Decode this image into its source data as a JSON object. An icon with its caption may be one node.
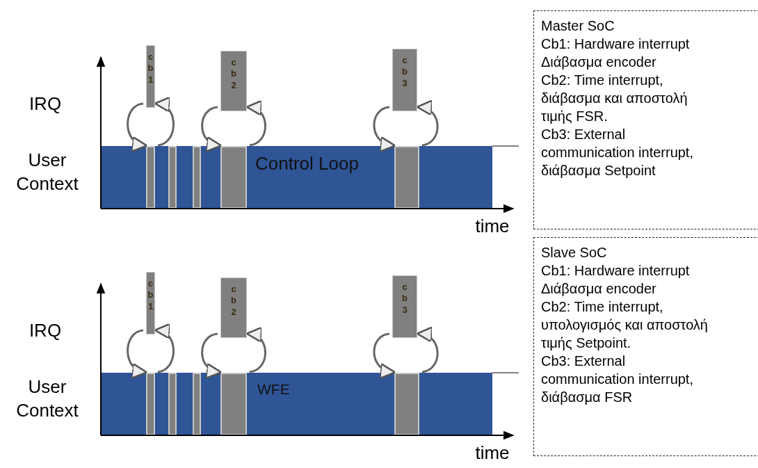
{
  "diagram": {
    "nodes": [
      {
        "text": [
          "Control Loop"
        ]
      },
      {
        "text": [],
        "shape": "bar",
        "in": 0
      },
      {
        "text": [],
        "shape": "bar",
        "in": 0
      },
      {
        "text": [],
        "shape": "bar",
        "in": 0
      },
      {
        "text": [],
        "shape": "bar",
        "in": 0
      },
      {
        "text": [],
        "shape": "bar",
        "in": 0
      },
      {
        "text": [
          "c b 1"
        ]
      },
      {
        "text": [
          "c b 2"
        ]
      },
      {
        "text": [
          "c b 3"
        ]
      },
      {
        "text": [
          "Master SoC",
          "Cb1: Hardware interrupt Διάβασμα encoder",
          "Cb2: Time interrupt, διάβασμα και αποστολή τιμής FSR.",
          "Cb3: External communication interrupt, διάβασμα Setpoint"
        ]
      },
      {
        "text": [
          "WFE"
        ]
      },
      {
        "text": [],
        "shape": "bar",
        "in": 10
      },
      {
        "text": [],
        "shape": "bar",
        "in": 10
      },
      {
        "text": [],
        "shape": "bar",
        "in": 10
      },
      {
        "text": [],
        "shape": "bar",
        "in": 10
      },
      {
        "text": [],
        "shape": "bar",
        "in": 10
      },
      {
        "text": [
          "c b 1"
        ]
      },
      {
        "text": [
          "c b 2"
        ]
      },
      {
        "text": [
          "c b 3"
        ]
      },
      {
        "text": [
          "Slave SoC",
          "Cb1: Hardware interrupt Διάβασμα encoder",
          "Cb2: Time interrupt, υπολογισμός και αποστολή τιμής Setpoint.",
          "Cb3: External communication interrupt, διάβασμα FSR"
        ]
      }
    ],
    "edges": [
      {
        "from": 1,
        "to": 6,
        "arrow": "to"
      },
      {
        "from": 6,
        "to": 1,
        "arrow": "to"
      },
      {
        "from": 4,
        "to": 7,
        "arrow": "to"
      },
      {
        "from": 7,
        "to": 4,
        "arrow": "to"
      },
      {
        "from": 5,
        "to": 8,
        "arrow": "to"
      },
      {
        "from": 8,
        "to": 5,
        "arrow": "to"
      },
      {
        "from": 11,
        "to": 16,
        "arrow": "to"
      },
      {
        "from": 16,
        "to": 11,
        "arrow": "to"
      },
      {
        "from": 14,
        "to": 17,
        "arrow": "to"
      },
      {
        "from": 17,
        "to": 14,
        "arrow": "to"
      },
      {
        "from": 15,
        "to": 18,
        "arrow": "to"
      },
      {
        "from": 18,
        "to": 15,
        "arrow": "to"
      }
    ],
    "labels": [
      "IRQ",
      "User Context",
      "time",
      "IRQ",
      "User Context",
      "time"
    ]
  }
}
